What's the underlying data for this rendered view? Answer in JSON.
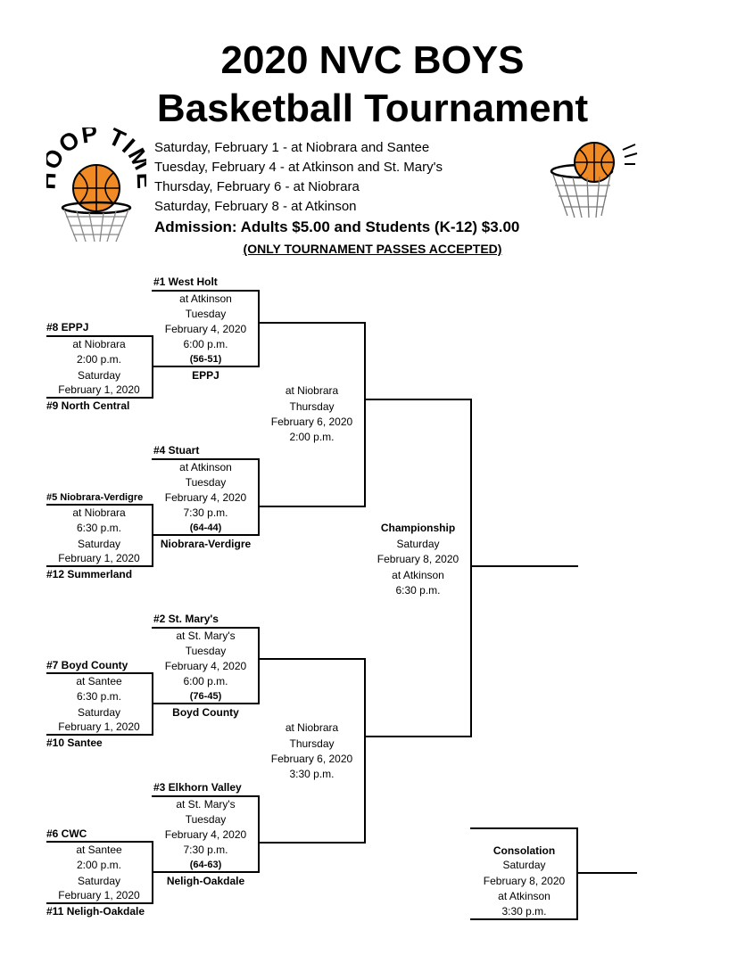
{
  "title": {
    "line1": "2020 NVC BOYS",
    "line2": "Basketball Tournament"
  },
  "schedule": [
    "Saturday, February 1 - at Niobrara and Santee",
    "Tuesday, February 4 - at Atkinson and St. Mary's",
    "Thursday, February 6 - at Niobrara",
    "Saturday, February 8 - at Atkinson"
  ],
  "admission": "Admission:  Adults $5.00 and Students (K-12) $3.00",
  "passes": "(ONLY TOURNAMENT PASSES ACCEPTED)",
  "logo_text": "HOOP TIME",
  "first_round": [
    {
      "top_seed": "#8  EPPJ",
      "bottom_seed": "#9  North Central",
      "site": "at Niobrara",
      "time": "2:00 p.m.",
      "day": "Saturday",
      "date": "February 1, 2020"
    },
    {
      "top_seed": "#5 Niobrara-Verdigre",
      "bottom_seed": "#12  Summerland",
      "site": "at Niobrara",
      "time": "6:30 p.m.",
      "day": "Saturday",
      "date": "February 1, 2020"
    },
    {
      "top_seed": "#7  Boyd County",
      "bottom_seed": "#10  Santee",
      "site": "at Santee",
      "time": "6:30 p.m.",
      "day": "Saturday",
      "date": "February 1, 2020"
    },
    {
      "top_seed": "#6  CWC",
      "bottom_seed": "#11  Neligh-Oakdale",
      "site": "at Santee",
      "time": "2:00 p.m.",
      "day": "Saturday",
      "date": "February 1, 2020"
    }
  ],
  "quarterfinals": [
    {
      "seed": "#1  West Holt",
      "site": "at Atkinson",
      "day": "Tuesday",
      "date": "February 4, 2020",
      "time": "6:00 p.m.",
      "score": "(56-51)",
      "winner": "EPPJ"
    },
    {
      "seed": "#4  Stuart",
      "site": "at Atkinson",
      "day": "Tuesday",
      "date": "February 4, 2020",
      "time": "7:30 p.m.",
      "score": "(64-44)",
      "winner": "Niobrara-Verdigre"
    },
    {
      "seed": "#2  St. Mary's",
      "site": "at St. Mary's",
      "day": "Tuesday",
      "date": "February 4, 2020",
      "time": "6:00 p.m.",
      "score": "(76-45)",
      "winner": "Boyd County"
    },
    {
      "seed": "#3  Elkhorn Valley",
      "site": "at St. Mary's",
      "day": "Tuesday",
      "date": "February 4, 2020",
      "time": "7:30 p.m.",
      "score": "(64-63)",
      "winner": "Neligh-Oakdale"
    }
  ],
  "semifinals": [
    {
      "site": "at Niobrara",
      "day": "Thursday",
      "date": "February 6, 2020",
      "time": "2:00 p.m."
    },
    {
      "site": "at Niobrara",
      "day": "Thursday",
      "date": "February 6, 2020",
      "time": "3:30 p.m."
    }
  ],
  "championship": {
    "label": "Championship",
    "day": "Saturday",
    "date": "February 8, 2020",
    "site": "at Atkinson",
    "time": "6:30 p.m."
  },
  "consolation": {
    "label": "Consolation",
    "day": "Saturday",
    "date": "February 8, 2020",
    "site": "at Atkinson",
    "time": "3:30 p.m."
  }
}
